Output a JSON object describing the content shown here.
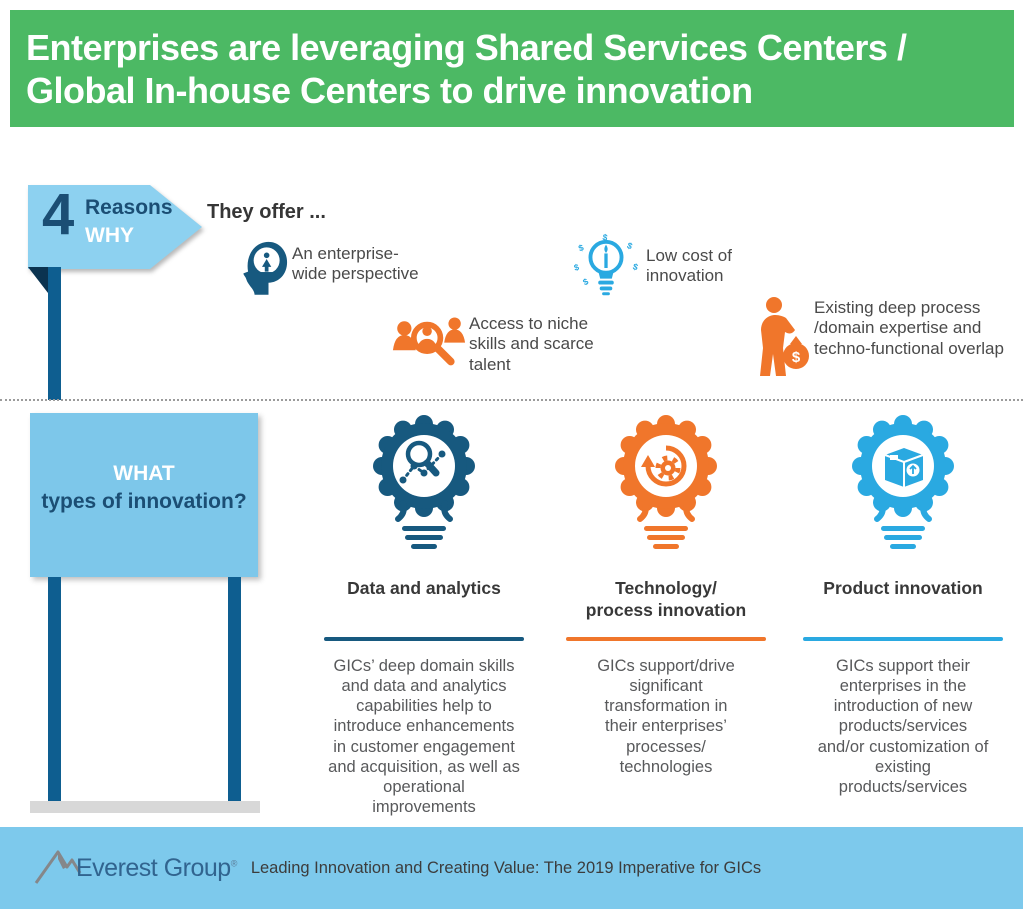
{
  "colors": {
    "header_green": "#4cb964",
    "flag_blue": "#8dd1f0",
    "navy": "#1b4e74",
    "pole_blue": "#0e5e90",
    "dark_blue_icon": "#17597f",
    "orange": "#f0762b",
    "light_blue": "#2aa9e1",
    "footer_blue": "#7dc9ec",
    "base_gray": "#d8d8d8"
  },
  "header": {
    "line1": "Enterprises are leveraging Shared Services Centers /",
    "line2": "Global In-house Centers to drive innovation"
  },
  "reasons": {
    "number": "4",
    "word1": "Reasons",
    "word2": "WHY",
    "intro": "They offer ...",
    "items": [
      {
        "icon": "head-perspective-icon",
        "label": "An enterprise-wide perspective"
      },
      {
        "icon": "lightbulb-dollar-icon",
        "label": "Low cost of innovation"
      },
      {
        "icon": "magnifier-people-icon",
        "label": "Access to niche skills and scarce talent"
      },
      {
        "icon": "money-man-icon",
        "label": "Existing deep process /domain expertise and techno-functional overlap"
      }
    ]
  },
  "what": {
    "line1": "WHAT",
    "line2": "types of innovation?"
  },
  "innovation_types": [
    {
      "icon": "gear-bulb-analytics-icon",
      "color": "#17597f",
      "title": "Data and analytics",
      "desc": "GICs’ deep domain skills\nand data and analytics\ncapabilities help to\nintroduce enhancements\nin customer engagement\nand acquisition, as well as\noperational\nimprovements"
    },
    {
      "icon": "gear-bulb-process-icon",
      "color": "#f0762b",
      "title": "Technology/\nprocess innovation",
      "desc": "GICs support/drive\nsignificant\ntransformation in\ntheir enterprises’\nprocesses/\ntechnologies"
    },
    {
      "icon": "gear-bulb-product-icon",
      "color": "#2aa9e1",
      "title": "Product innovation",
      "desc": "GICs support their\nenterprises in the\nintroduction of new\nproducts/services\nand/or customization of\nexisting\nproducts/services"
    }
  ],
  "footer": {
    "logo": "Everest Group",
    "reg": "®",
    "tagline": "Leading Innovation and Creating Value: The 2019 Imperative for GICs"
  }
}
